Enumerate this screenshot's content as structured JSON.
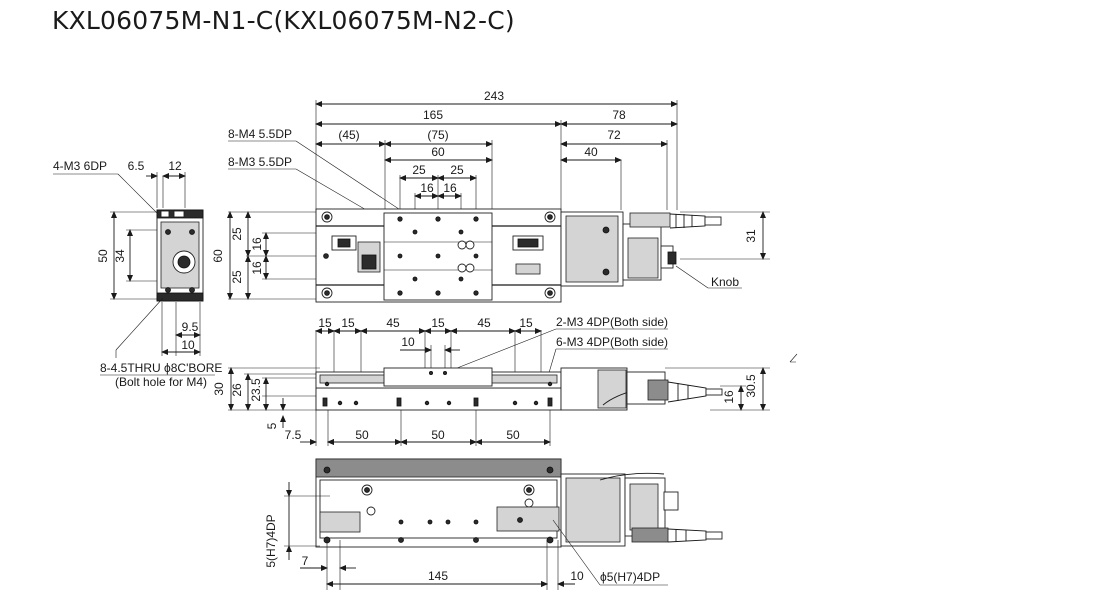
{
  "title": "KXL06075M-N1-C(KXL06075M-N2-C)",
  "top_view_dims": {
    "d243": "243",
    "d165": "165",
    "d78": "78",
    "d45p": "(45)",
    "d75p": "(75)",
    "d72": "72",
    "d60": "60",
    "d40": "40",
    "d25a": "25",
    "d25b": "25",
    "d16a": "16",
    "d16b": "16",
    "m4": "8-M4 5.5DP",
    "m3": "8-M3 5.5DP",
    "v60": "60",
    "v25a": "25",
    "v25b": "25",
    "v16a": "16",
    "v16b": "16",
    "v31": "31",
    "knob": "Knob"
  },
  "end_view_dims": {
    "m3": "4-M3 6DP",
    "d6_5": "6.5",
    "d12": "12",
    "v50": "50",
    "v34": "34",
    "d9_5": "9.5",
    "d10": "10",
    "bore": "8-4.5THRU ϕ8C'BORE",
    "bolt": "(Bolt hole for M4)"
  },
  "side_view_dims": {
    "d15a": "15",
    "d15b": "15",
    "d45a": "45",
    "d15c": "15",
    "d45b": "45",
    "d15d": "15",
    "m3a": "2-M3 4DP(Both side)",
    "m3b": "6-M3 4DP(Both side)",
    "d10": "10",
    "v30": "30",
    "v26": "26",
    "v23_5": "23.5",
    "v5": "5",
    "v16": "16",
    "v30_5": "30.5",
    "d7_5": "7.5",
    "d50a": "50",
    "d50b": "50",
    "d50c": "50"
  },
  "bottom_view_dims": {
    "v5h7": "5(H7)4DP",
    "d7": "7",
    "d145": "145",
    "d10": "10",
    "phi5": "ϕ5(H7)4DP"
  }
}
